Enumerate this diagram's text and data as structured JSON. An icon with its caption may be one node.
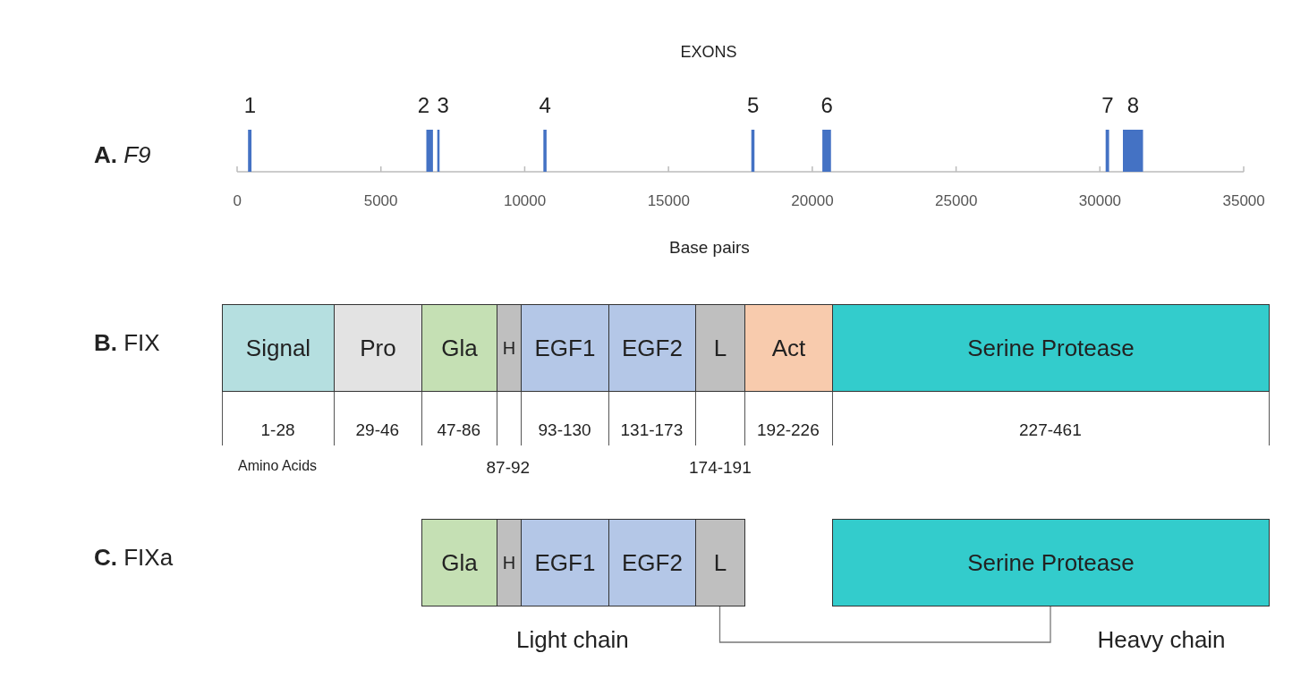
{
  "diagram": {
    "nodes": [
      {
        "text": [
          "Signal"
        ],
        "beside": [
          "1-28"
        ]
      },
      {
        "text": [
          "Pro"
        ],
        "beside": [
          "29-46"
        ]
      },
      {
        "text": [
          "Gla"
        ],
        "beside": [
          "47-86"
        ]
      },
      {
        "text": [
          "H"
        ]
      },
      {
        "text": [
          "EGF1"
        ],
        "beside": [
          "93-130"
        ]
      },
      {
        "text": [
          "EGF2"
        ],
        "beside": [
          "131-173"
        ]
      },
      {
        "text": [
          "L"
        ]
      },
      {
        "text": [
          "Act"
        ],
        "beside": [
          "192-226"
        ]
      },
      {
        "text": [
          "Serine Protease"
        ],
        "beside": [
          "227-461"
        ]
      },
      {
        "text": [
          "Gla"
        ]
      },
      {
        "text": [
          "H"
        ]
      },
      {
        "text": [
          "EGF1"
        ]
      },
      {
        "text": [
          "EGF2"
        ]
      },
      {
        "text": [
          "L"
        ]
      },
      {
        "text": [
          "Serine Protease"
        ]
      }
    ],
    "edges": [
      {
        "from": 13,
        "to": 14,
        "arrow": "none"
      }
    ],
    "labels": [
      "EXONS",
      "1",
      "2",
      "3",
      "4",
      "5",
      "6",
      "7",
      "8",
      "**A.** *F9*",
      "0",
      "5000",
      "10000",
      "15000",
      "20000",
      "25000",
      "30000",
      "35000",
      "Base pairs",
      "**B.** FIX",
      "Amino Acids",
      "87-92",
      "174-191",
      "**C.** FIXa",
      "Light chain",
      "Heavy chain"
    ]
  }
}
